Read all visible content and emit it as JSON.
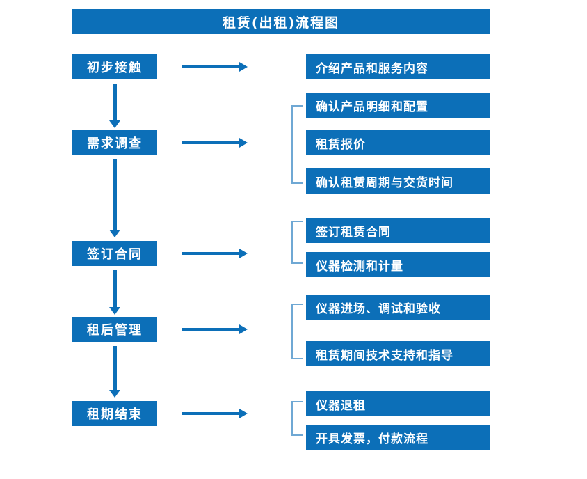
{
  "diagram": {
    "title": "租赁(出租)流程图",
    "accent_color": "#0c6fb8",
    "bracket_color": "#6fa8d4",
    "text_color": "#ffffff",
    "background_color": "#ffffff",
    "stages": [
      {
        "label": "初步接触"
      },
      {
        "label": "需求调查"
      },
      {
        "label": "签订合同"
      },
      {
        "label": "租后管理"
      },
      {
        "label": "租期结束"
      }
    ],
    "details": [
      {
        "label": "介绍产品和服务内容"
      },
      {
        "label": "确认产品明细和配置"
      },
      {
        "label": "租赁报价"
      },
      {
        "label": "确认租赁周期与交货时间"
      },
      {
        "label": "签订租赁合同"
      },
      {
        "label": "仪器检测和计量"
      },
      {
        "label": "仪器进场、调试和验收"
      },
      {
        "label": "租赁期间技术支持和指导"
      },
      {
        "label": "仪器退租"
      },
      {
        "label": "开具发票，付款流程"
      }
    ]
  }
}
